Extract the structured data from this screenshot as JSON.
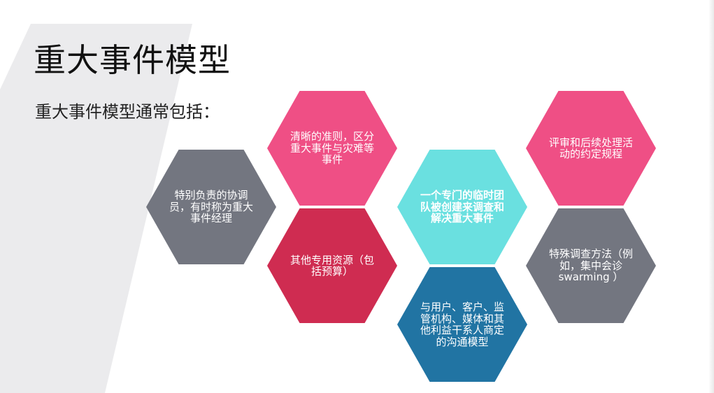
{
  "slide": {
    "title": "重大事件模型",
    "subtitle": "重大事件模型通常包括："
  },
  "hexagons": [
    {
      "id": "criteria",
      "label": "清晰的准则，区分重大事件与灾难等事件",
      "color": "#ef4f85"
    },
    {
      "id": "review",
      "label": "评审和后续处理活动的约定规程",
      "color": "#ef4f85"
    },
    {
      "id": "coordinator",
      "label": "特别负责的协调员，有时称为重大事件经理",
      "color": "#737680"
    },
    {
      "id": "team",
      "label": "一个专门的临时团队被创建来调查和解决重大事件",
      "color": "#6ae0e0"
    },
    {
      "id": "resources",
      "label": "其他专用资源（包括预算）",
      "color": "#cf2c51"
    },
    {
      "id": "investigation",
      "label": "特殊调查方法（例如，集中会诊swarming ）",
      "color": "#737680"
    },
    {
      "id": "communication",
      "label": "与用户、客户、监管机构、媒体和其他利益干系人商定的沟通模型",
      "color": "#2174a3"
    }
  ],
  "colors": {
    "background_band": "#ebebed",
    "pink": "#ef4f85",
    "gray": "#737680",
    "cyan": "#6ae0e0",
    "crimson": "#cf2c51",
    "blue": "#2174a3"
  }
}
